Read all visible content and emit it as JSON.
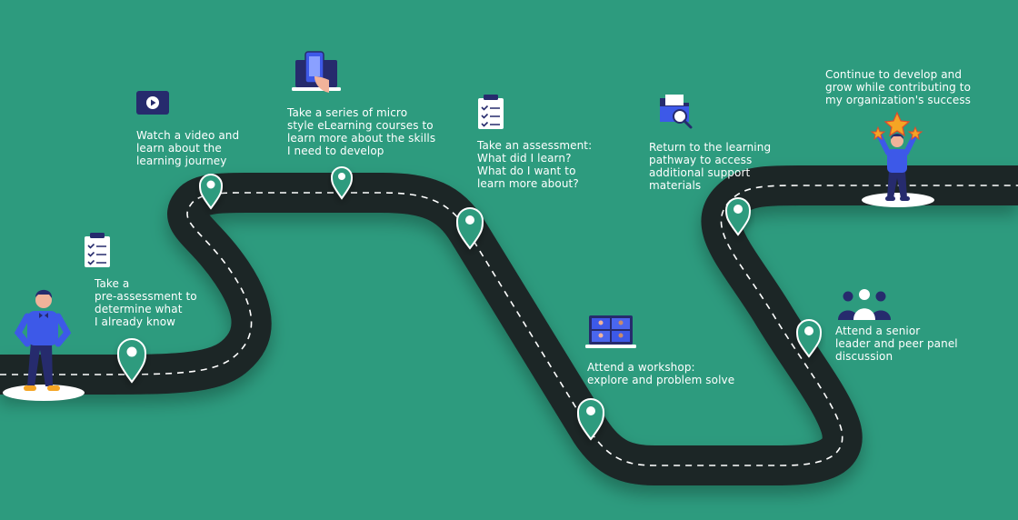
{
  "colors": {
    "background": "#2d9b7e",
    "road": "#1d2525",
    "dash": "#ffffff",
    "pin": "#2d9b7e",
    "icon_navy": "#262b6d",
    "icon_blue": "#3d59e8",
    "star": "#f5a524",
    "text": "#ffffff"
  },
  "steps": [
    {
      "id": "pre-assessment",
      "lines": [
        "Take a",
        "pre-assessment to",
        "determine what",
        "I already know"
      ],
      "icon": "checklist-icon"
    },
    {
      "id": "watch-video",
      "lines": [
        "Watch a video and",
        "learn about the",
        "learning journey"
      ],
      "icon": "video-play-icon"
    },
    {
      "id": "micro-courses",
      "lines": [
        "Take a series of micro",
        "style eLearning courses to",
        "learn more about the skills",
        "I need to develop"
      ],
      "icon": "laptop-phone-icon"
    },
    {
      "id": "assessment",
      "lines": [
        "Take an assessment:",
        "What did I learn?",
        "What do I want to",
        "learn more about?"
      ],
      "icon": "checklist-icon"
    },
    {
      "id": "workshop",
      "lines": [
        "Attend a workshop:",
        "explore and problem solve"
      ],
      "icon": "video-conference-icon"
    },
    {
      "id": "return-pathway",
      "lines": [
        "Return to the learning",
        "pathway to access",
        "additional support",
        "materials"
      ],
      "icon": "folder-search-icon"
    },
    {
      "id": "panel-discussion",
      "lines": [
        "Attend a senior",
        "leader and peer panel",
        "discussion"
      ],
      "icon": "group-people-icon"
    },
    {
      "id": "continue-develop",
      "lines": [
        "Continue to develop and",
        "grow while contributing to",
        "my organization's success"
      ],
      "icon": "stars-person-icon"
    }
  ]
}
